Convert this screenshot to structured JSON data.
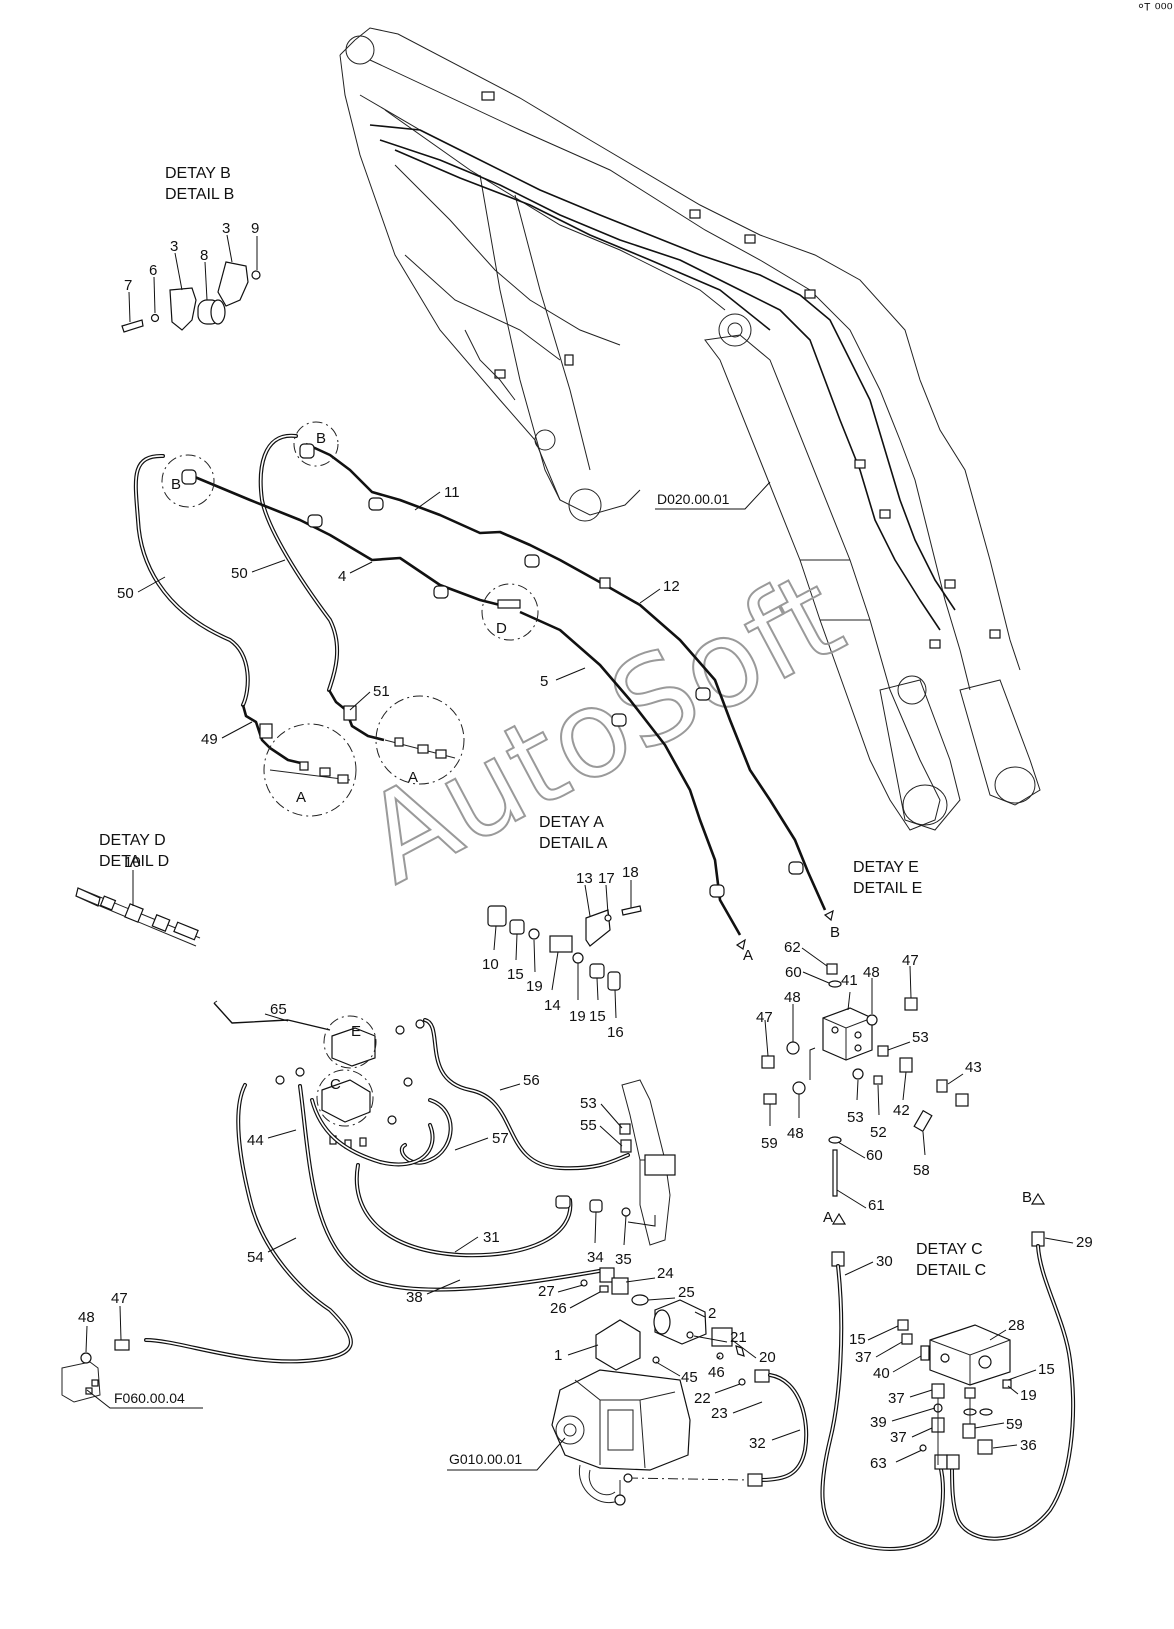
{
  "details": [
    {
      "id": "detail-b",
      "line1": "DETAY B",
      "line2": "DETAIL B"
    },
    {
      "id": "detail-d",
      "line1": "DETAY D",
      "line2": "DETAIL D"
    },
    {
      "id": "detail-a",
      "line1": "DETAY A",
      "line2": "DETAIL A"
    },
    {
      "id": "detail-e",
      "line1": "DETAY E",
      "line2": "DETAIL E"
    },
    {
      "id": "detail-c",
      "line1": "DETAY C",
      "line2": "DETAIL C"
    }
  ],
  "references": {
    "boom": "D020.00.01",
    "cylinder": "F060.00.04",
    "pump": "G010.00.01"
  },
  "watermark": "AutoSoft",
  "circle_labels": [
    "B",
    "B",
    "D",
    "A",
    "A",
    "E",
    "C"
  ],
  "arrow_labels": [
    "A",
    "B",
    "A",
    "B"
  ],
  "part_labels": [
    "3",
    "3",
    "9",
    "8",
    "6",
    "7",
    "11",
    "12",
    "50",
    "50",
    "4",
    "5",
    "51",
    "49",
    "10",
    "13",
    "17",
    "18",
    "10",
    "15",
    "19",
    "14",
    "19",
    "15",
    "16",
    "62",
    "60",
    "41",
    "48",
    "47",
    "48",
    "47",
    "53",
    "43",
    "42",
    "59",
    "48",
    "53",
    "52",
    "58",
    "60",
    "61",
    "65",
    "56",
    "53",
    "55",
    "57",
    "44",
    "31",
    "34",
    "35",
    "54",
    "38",
    "24",
    "27",
    "25",
    "26",
    "2",
    "21",
    "20",
    "1",
    "46",
    "45",
    "22",
    "23",
    "32",
    "48",
    "47",
    "30",
    "29",
    "28",
    "15",
    "37",
    "15",
    "40",
    "37",
    "19",
    "39",
    "59",
    "37",
    "36",
    "63"
  ]
}
